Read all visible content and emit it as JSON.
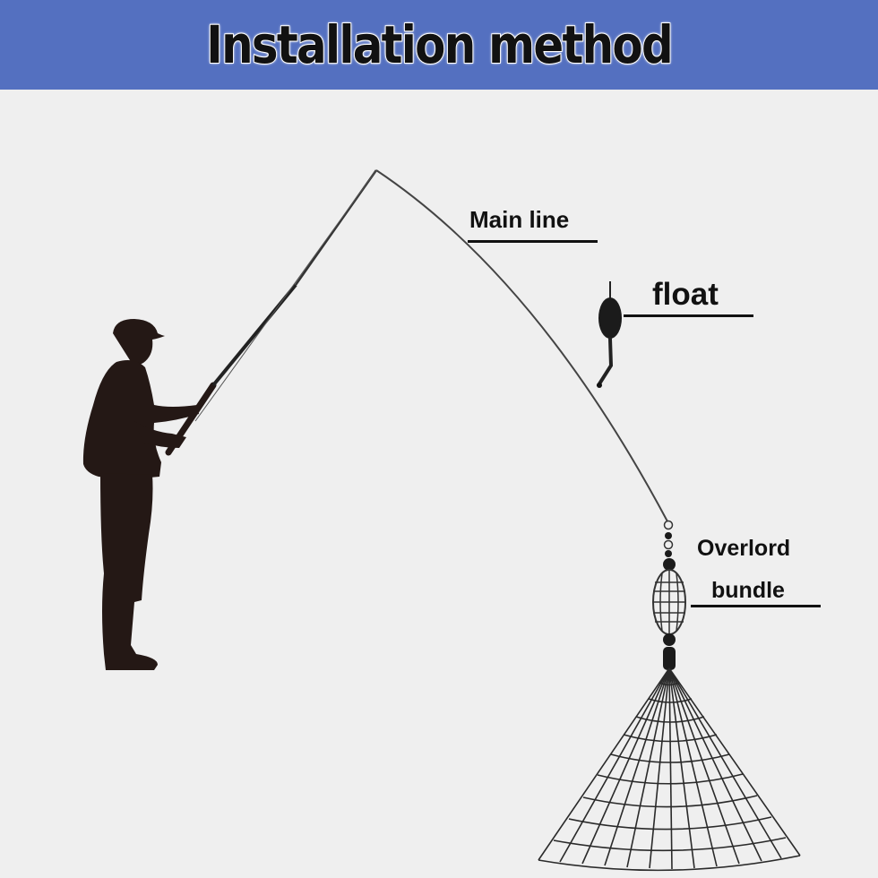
{
  "header": {
    "title": "Installation method",
    "background": "#5470c0"
  },
  "labels": {
    "main_line": "Main line",
    "float": "float",
    "overlord_line1": "Overlord",
    "overlord_line2": "bundle"
  },
  "colors": {
    "background": "#efefef",
    "silhouette": "#241815",
    "ink": "#111111"
  }
}
